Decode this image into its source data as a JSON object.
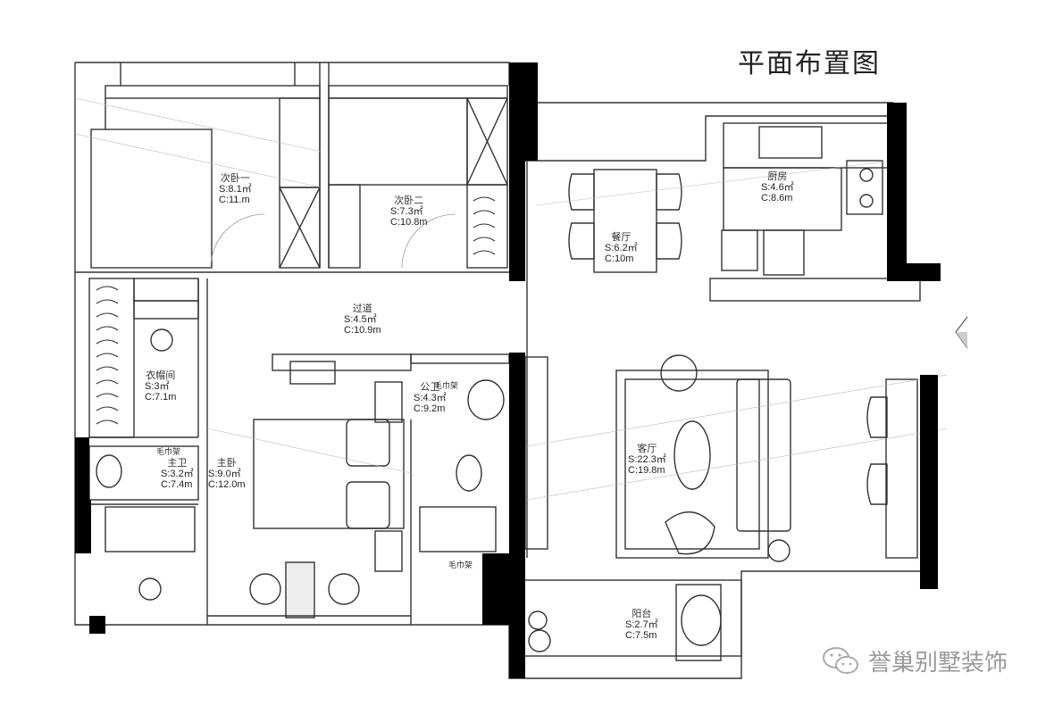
{
  "title": "平面布置图",
  "watermark": {
    "icon": "wechat-icon",
    "text": "誉巢别墅装饰"
  },
  "rooms": [
    {
      "id": "bedroom2",
      "name": "次卧一",
      "area": "S:8.1㎡",
      "perimeter": "C:11.m"
    },
    {
      "id": "bedroom3",
      "name": "次卧二",
      "area": "S:7.3㎡",
      "perimeter": "C:10.8m"
    },
    {
      "id": "kitchen",
      "name": "厨房",
      "area": "S:4.6㎡",
      "perimeter": "C:8.6m"
    },
    {
      "id": "dining",
      "name": "餐厅",
      "area": "S:6.2㎡",
      "perimeter": "C:10m"
    },
    {
      "id": "corridor",
      "name": "过道",
      "area": "S:4.5㎡",
      "perimeter": "C:10.9m"
    },
    {
      "id": "cloakroom",
      "name": "衣帽间",
      "area": "S:3㎡",
      "perimeter": "C:7.1m"
    },
    {
      "id": "public-bath",
      "name": "公卫",
      "area": "S:4.3㎡",
      "perimeter": "C:9.2m"
    },
    {
      "id": "living",
      "name": "客厅",
      "area": "S:22.3㎡",
      "perimeter": "C:19.8m"
    },
    {
      "id": "master-bath",
      "name": "主卫",
      "area": "S:3.2㎡",
      "perimeter": "C:7.4m"
    },
    {
      "id": "master-bedroom",
      "name": "主卧",
      "area": "S:9.0㎡",
      "perimeter": "C:12.0m"
    },
    {
      "id": "balcony",
      "name": "阳台",
      "area": "S:2.7㎡",
      "perimeter": "C:7.5m"
    }
  ],
  "notes": {
    "towel_rack_1": "毛巾架",
    "towel_rack_2": "毛巾架",
    "towel_rack_3": "毛巾架"
  },
  "colors": {
    "wall": "#000000",
    "line": "#333333",
    "thin": "#888888",
    "watermark": "#9a9a9a"
  }
}
